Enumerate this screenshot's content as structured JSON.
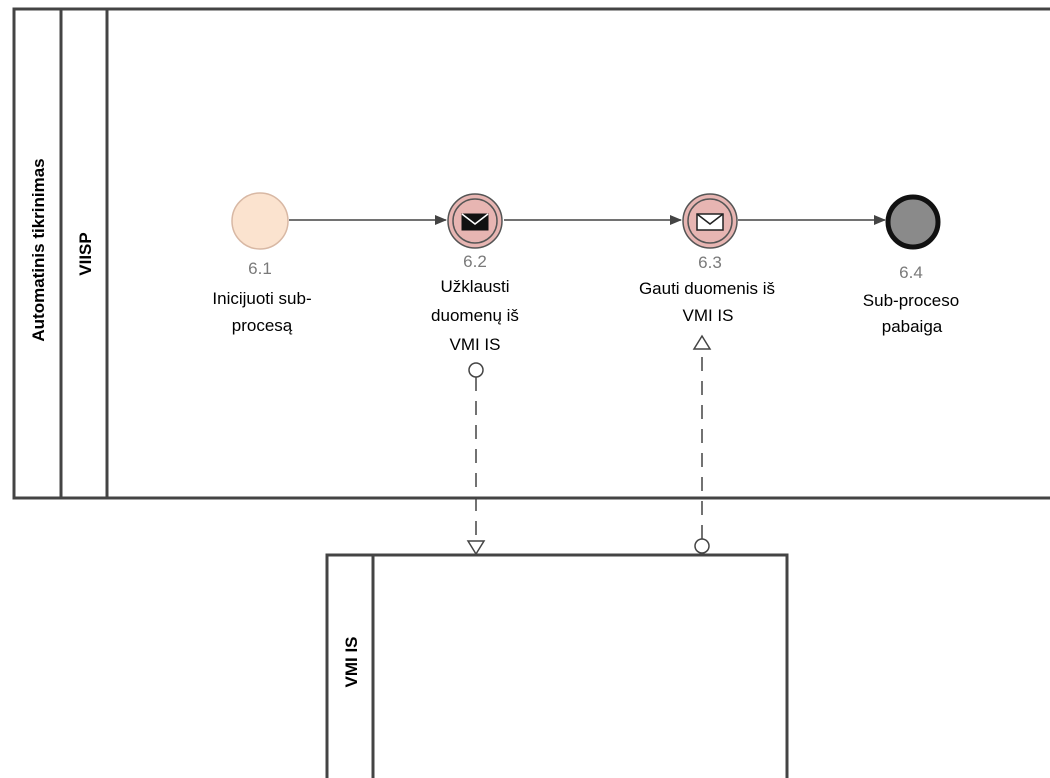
{
  "diagram": {
    "pool_main": {
      "label": "Automatinis tikrinimas"
    },
    "lane_main": {
      "label": "VIISP"
    },
    "pool_external": {
      "label": "VMI IS"
    },
    "nodes": [
      {
        "id": "6.1",
        "kind": "start-event",
        "number": "6.1",
        "label_lines": [
          "Inicijuoti sub-",
          "procesą"
        ]
      },
      {
        "id": "6.2",
        "kind": "send-message-event",
        "number": "6.2",
        "label_lines": [
          "Užklausti",
          "duomenų iš",
          "VMI IS"
        ]
      },
      {
        "id": "6.3",
        "kind": "receive-message-event",
        "number": "6.3",
        "label_lines": [
          "Gauti duomenis iš",
          "VMI IS"
        ]
      },
      {
        "id": "6.4",
        "kind": "end-event",
        "number": "6.4",
        "label_lines": [
          "Sub-proceso",
          "pabaiga"
        ]
      }
    ],
    "colors": {
      "start_fill": "#fbe3cf",
      "intermediate_fill": "#e7b5b2",
      "end_fill": "#8a8a8a",
      "stroke": "#333333"
    }
  }
}
